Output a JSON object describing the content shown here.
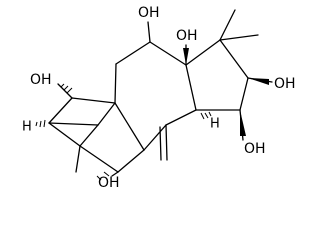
{
  "molecule": {
    "atoms": {
      "oh_top_center": "OH",
      "oh_top_right": "OH",
      "oh_right": "OH",
      "oh_lower_right": "OH",
      "oh_left": "OH",
      "oh_bottom": "OH",
      "h_left": "H",
      "h_ring_right": "H"
    }
  }
}
